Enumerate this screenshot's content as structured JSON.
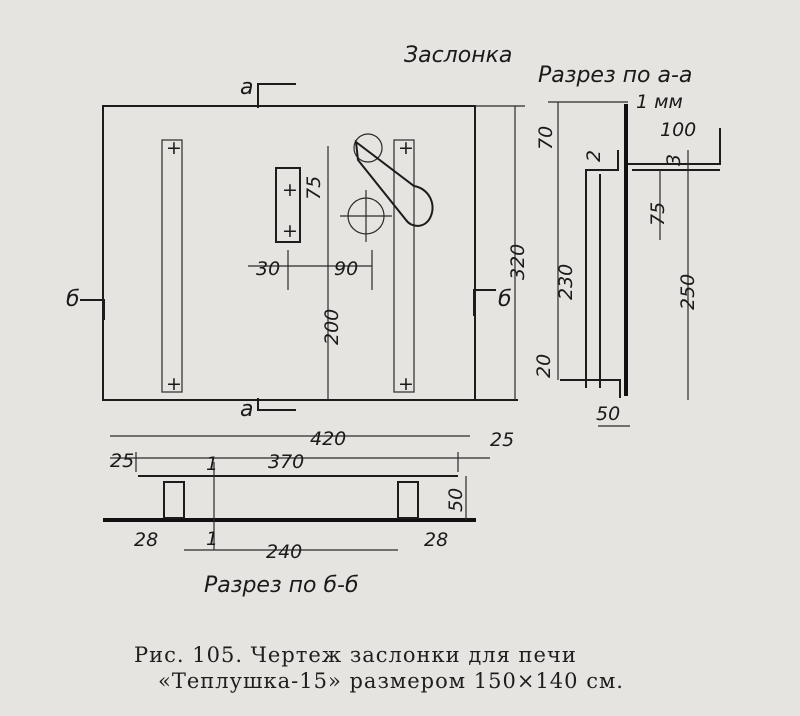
{
  "titles": {
    "front_view": "Заслонка",
    "section_aa": "Разрез по а-а",
    "section_bb": "Разрез по б-б"
  },
  "section_marks": {
    "a_top": "а",
    "a_bottom": "а",
    "b_left": "б",
    "b_right": "б"
  },
  "front_dims": {
    "width": "420",
    "height": "320",
    "d75": "75",
    "d30": "30",
    "d90": "90",
    "d200": "200"
  },
  "section_aa_dims": {
    "d70": "70",
    "thickness": "1 мм",
    "d100": "100",
    "d2": "2",
    "d3": "3",
    "d75": "75",
    "d230": "230",
    "d250": "250",
    "d20": "20",
    "d50": "50"
  },
  "section_bb_dims": {
    "left25": "25",
    "d370": "370",
    "right25": "25",
    "d50": "50",
    "left28": "28",
    "d240": "240",
    "right28": "28",
    "d1": "1",
    "d1b": "1"
  },
  "caption": {
    "line1": "Рис. 105. Чертеж заслонки для печи",
    "line2": "«Теплушка-15» размером 150×140 см."
  }
}
